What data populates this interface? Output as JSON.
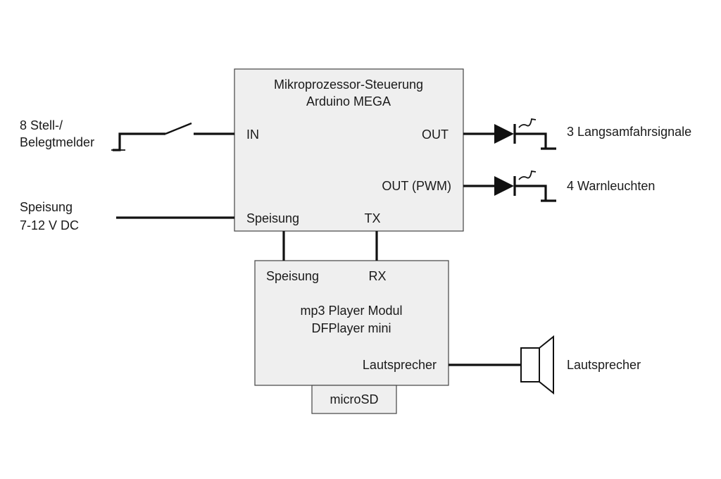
{
  "colors": {
    "box_fill": "#efefef",
    "box_stroke": "#444444",
    "wire": "#111111",
    "text": "#1a1a1a",
    "background": "#ffffff"
  },
  "controller": {
    "title_line1": "Mikroprozessor-Steuerung",
    "title_line2": "Arduino MEGA",
    "port_in": "IN",
    "port_out": "OUT",
    "port_out_pwm": "OUT (PWM)",
    "port_power": "Speisung",
    "port_tx": "TX"
  },
  "mp3": {
    "port_power": "Speisung",
    "port_rx": "RX",
    "title_line1": "mp3 Player Modul",
    "title_line2": "DFPlayer mini",
    "port_speaker": "Lautsprecher",
    "card_slot": "microSD"
  },
  "external": {
    "input_line1": "8 Stell-/",
    "input_line2": "Belegtmelder",
    "power_line1": "Speisung",
    "power_line2": "7-12 V DC",
    "out1": "3 Langsamfahrsignale",
    "out2": "4 Warnleuchten",
    "speaker": "Lautsprecher"
  },
  "icons": {
    "switch": "switch-icon",
    "led": "led-icon",
    "ground": "ground-icon",
    "speaker": "speaker-icon"
  }
}
